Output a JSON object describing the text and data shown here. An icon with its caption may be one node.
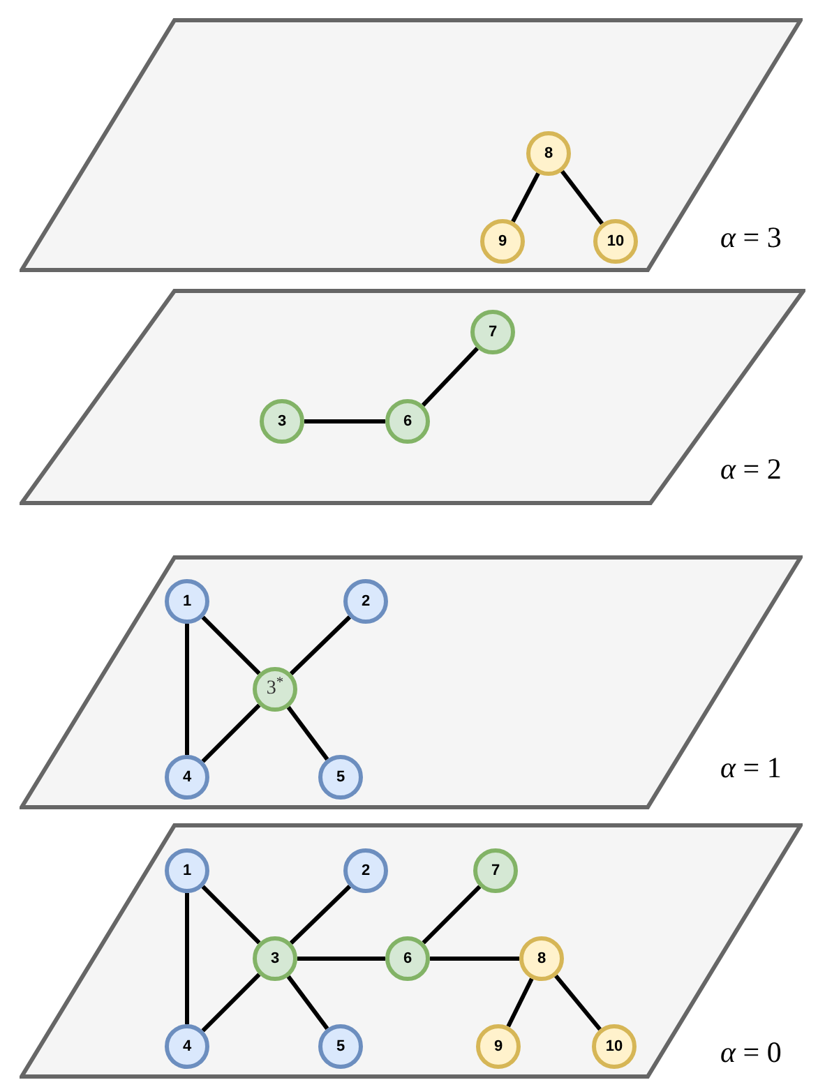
{
  "diagram": {
    "nodes": [
      {
        "text": [],
        "shape": "parallelogram",
        "beside": [
          "*α* = 3"
        ]
      },
      {
        "text": [
          "8"
        ],
        "in": 0
      },
      {
        "text": [
          "9"
        ],
        "in": 0
      },
      {
        "text": [
          "10"
        ],
        "in": 0
      },
      {
        "text": [],
        "shape": "parallelogram",
        "beside": [
          "*α* = 2"
        ]
      },
      {
        "text": [
          "7"
        ],
        "in": 4
      },
      {
        "text": [
          "3"
        ],
        "in": 4
      },
      {
        "text": [
          "6"
        ],
        "in": 4
      },
      {
        "text": [],
        "shape": "parallelogram",
        "beside": [
          "*α* = 1"
        ]
      },
      {
        "text": [
          "1"
        ],
        "in": 8
      },
      {
        "text": [
          "2"
        ],
        "in": 8
      },
      {
        "text": [
          "3$^{*}$"
        ],
        "in": 8
      },
      {
        "text": [
          "4"
        ],
        "in": 8
      },
      {
        "text": [
          "5"
        ],
        "in": 8
      },
      {
        "text": [],
        "shape": "parallelogram",
        "beside": [
          "*α* = 0"
        ]
      },
      {
        "text": [
          "1"
        ],
        "in": 14
      },
      {
        "text": [
          "2"
        ],
        "in": 14
      },
      {
        "text": [
          "7"
        ],
        "in": 14
      },
      {
        "text": [
          "3"
        ],
        "in": 14
      },
      {
        "text": [
          "6"
        ],
        "in": 14
      },
      {
        "text": [
          "8"
        ],
        "in": 14
      },
      {
        "text": [
          "4"
        ],
        "in": 14
      },
      {
        "text": [
          "5"
        ],
        "in": 14
      },
      {
        "text": [
          "9"
        ],
        "in": 14
      },
      {
        "text": [
          "10"
        ],
        "in": 14
      }
    ],
    "edges": [
      {
        "from": 1,
        "to": 2,
        "arrow": "none"
      },
      {
        "from": 1,
        "to": 3,
        "arrow": "none"
      },
      {
        "from": 6,
        "to": 7,
        "arrow": "none"
      },
      {
        "from": 7,
        "to": 5,
        "arrow": "none"
      },
      {
        "from": 9,
        "to": 11,
        "arrow": "none"
      },
      {
        "from": 9,
        "to": 12,
        "arrow": "none"
      },
      {
        "from": 10,
        "to": 11,
        "arrow": "none"
      },
      {
        "from": 11,
        "to": 12,
        "arrow": "none"
      },
      {
        "from": 11,
        "to": 13,
        "arrow": "none"
      },
      {
        "from": 15,
        "to": 18,
        "arrow": "none"
      },
      {
        "from": 15,
        "to": 21,
        "arrow": "none"
      },
      {
        "from": 16,
        "to": 18,
        "arrow": "none"
      },
      {
        "from": 18,
        "to": 21,
        "arrow": "none"
      },
      {
        "from": 18,
        "to": 22,
        "arrow": "none"
      },
      {
        "from": 18,
        "to": 19,
        "arrow": "none"
      },
      {
        "from": 19,
        "to": 17,
        "arrow": "none"
      },
      {
        "from": 19,
        "to": 20,
        "arrow": "none"
      },
      {
        "from": 20,
        "to": 23,
        "arrow": "none"
      },
      {
        "from": 20,
        "to": 24,
        "arrow": "none"
      }
    ]
  }
}
